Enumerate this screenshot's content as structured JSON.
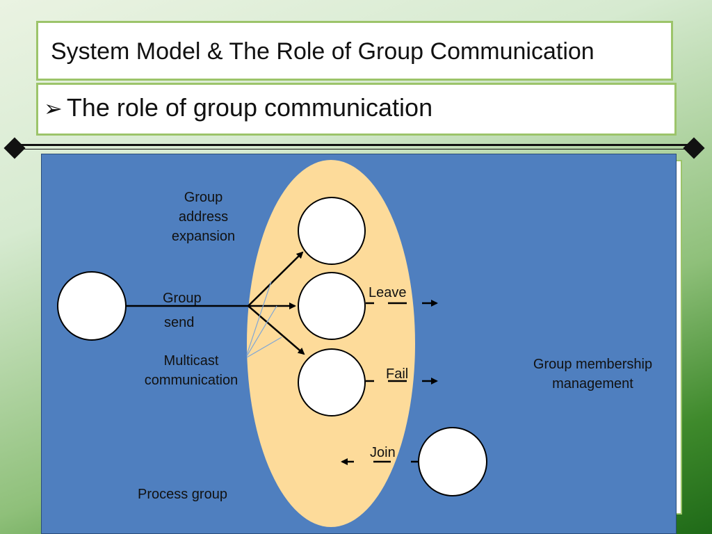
{
  "slide": {
    "title": "System Model & The Role of Group Communication",
    "subtitle": "The role of group communication",
    "bullet": "➢"
  },
  "diagram": {
    "labels": {
      "group_address_expansion": "Group\naddress\nexpansion",
      "group": "Group",
      "send": "send",
      "multicast_communication": "Multicast\ncommunication",
      "leave": "Leave",
      "fail": "Fail",
      "join": "Join",
      "group_membership_management": "Group membership\nmanagement",
      "process_group": "Process group"
    },
    "colors": {
      "panel": "#4f7fbf",
      "ellipse": "#fddb9a",
      "node": "#ffffff"
    }
  }
}
